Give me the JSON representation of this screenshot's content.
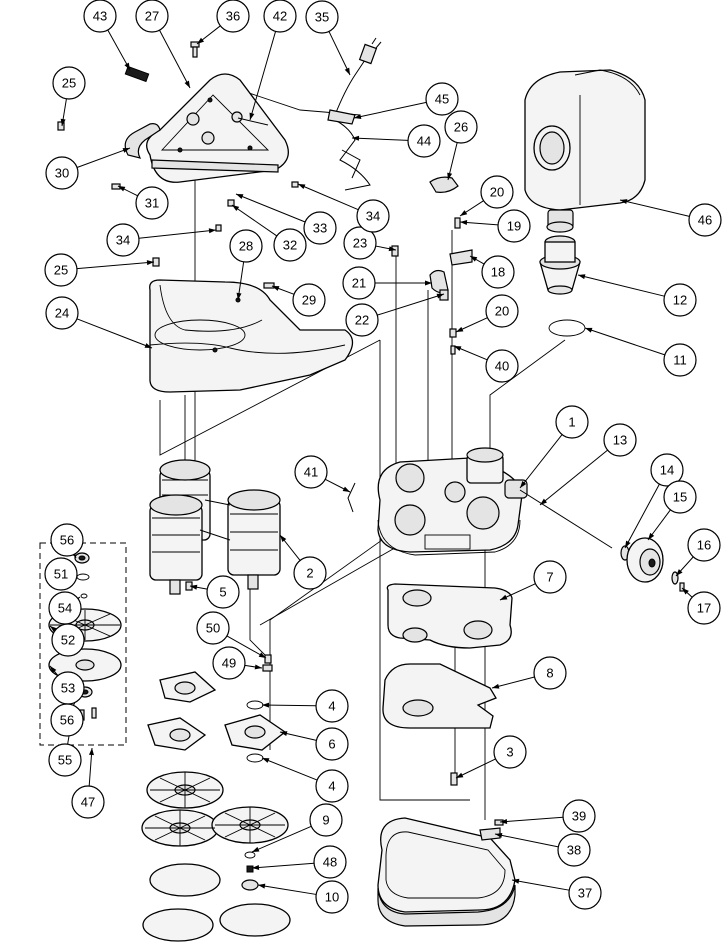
{
  "diagram": {
    "callouts": [
      {
        "n": "1"
      },
      {
        "n": "2"
      },
      {
        "n": "3"
      },
      {
        "n": "4"
      },
      {
        "n": "4"
      },
      {
        "n": "5"
      },
      {
        "n": "6"
      },
      {
        "n": "7"
      },
      {
        "n": "8"
      },
      {
        "n": "9"
      },
      {
        "n": "10"
      },
      {
        "n": "11"
      },
      {
        "n": "12"
      },
      {
        "n": "13"
      },
      {
        "n": "14"
      },
      {
        "n": "15"
      },
      {
        "n": "16"
      },
      {
        "n": "17"
      },
      {
        "n": "18"
      },
      {
        "n": "19"
      },
      {
        "n": "20"
      },
      {
        "n": "20"
      },
      {
        "n": "21"
      },
      {
        "n": "22"
      },
      {
        "n": "23"
      },
      {
        "n": "24"
      },
      {
        "n": "25"
      },
      {
        "n": "25"
      },
      {
        "n": "26"
      },
      {
        "n": "27"
      },
      {
        "n": "28"
      },
      {
        "n": "29"
      },
      {
        "n": "30"
      },
      {
        "n": "31"
      },
      {
        "n": "32"
      },
      {
        "n": "33"
      },
      {
        "n": "34"
      },
      {
        "n": "34"
      },
      {
        "n": "35"
      },
      {
        "n": "36"
      },
      {
        "n": "37"
      },
      {
        "n": "38"
      },
      {
        "n": "39"
      },
      {
        "n": "40"
      },
      {
        "n": "41"
      },
      {
        "n": "42"
      },
      {
        "n": "43"
      },
      {
        "n": "44"
      },
      {
        "n": "45"
      },
      {
        "n": "46"
      },
      {
        "n": "47"
      },
      {
        "n": "48"
      },
      {
        "n": "49"
      },
      {
        "n": "50"
      },
      {
        "n": "51"
      },
      {
        "n": "52"
      },
      {
        "n": "53"
      },
      {
        "n": "54"
      },
      {
        "n": "55"
      },
      {
        "n": "56"
      },
      {
        "n": "56"
      }
    ]
  }
}
